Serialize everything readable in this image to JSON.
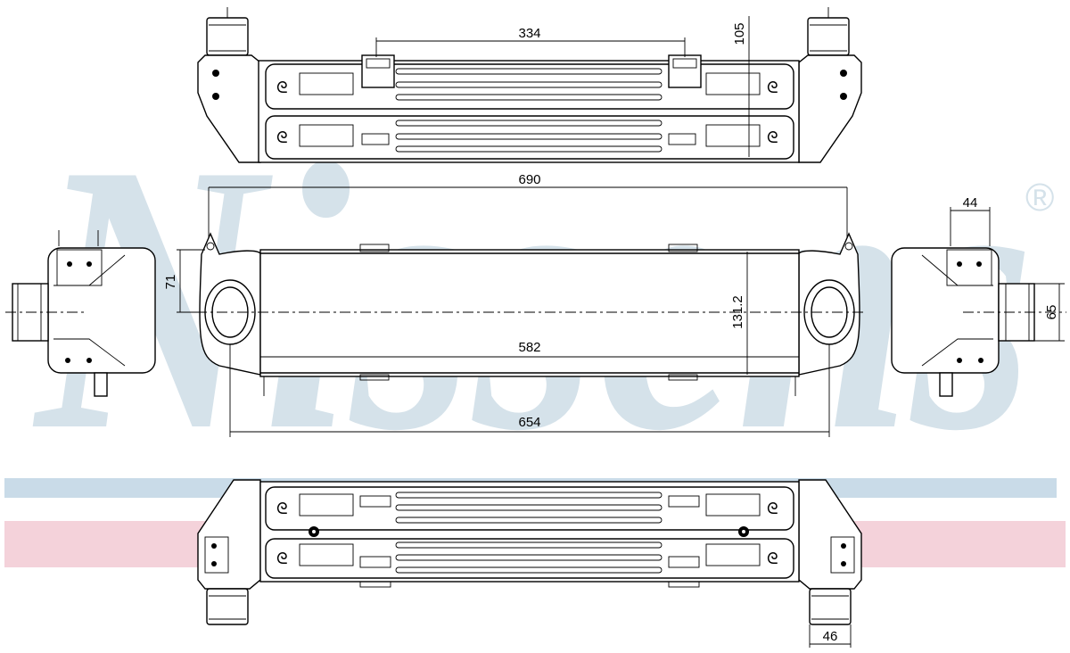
{
  "watermark": {
    "brand": "Nissens",
    "registered_mark": "®",
    "band_color_top": "#c9dbe8",
    "band_color_bottom": "#f4d2da",
    "text_color": "#d5e2ea"
  },
  "dimensions": {
    "top_clip_spacing": "334",
    "top_height": "105",
    "overall_length": "690",
    "side_width": "44",
    "front_connector_offset": "71",
    "core_height": "131.2",
    "core_length": "582",
    "mount_length": "654",
    "outlet_diameter": "65",
    "bottom_pipe_width": "46"
  },
  "views": [
    "top-view",
    "front-view",
    "left-end-view",
    "right-end-view",
    "bottom-view"
  ]
}
